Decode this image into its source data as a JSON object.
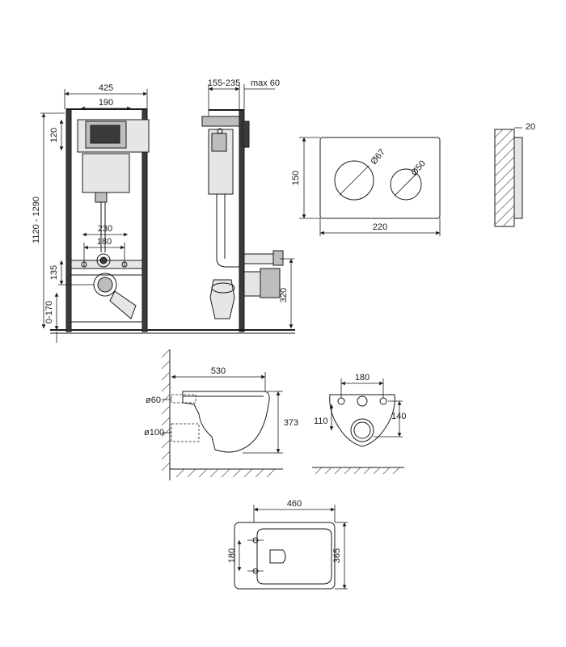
{
  "frame_front": {
    "width_total": "425",
    "width_top": "190",
    "height_top": "120",
    "height_range": "1120 - 1290",
    "width_drain": "230",
    "width_bolts": "180",
    "height_outlet": "135",
    "height_base": "0-170"
  },
  "frame_side": {
    "depth_range": "155-235",
    "depth_max": "max 60",
    "height_outlet": "320"
  },
  "flush_plate": {
    "height": "150",
    "width": "220",
    "button_large": "Ø67",
    "button_small": "Ø50",
    "thickness": "20"
  },
  "bowl_side": {
    "length": "530",
    "pipe_small": "ø60",
    "pipe_large": "ø100",
    "height": "373"
  },
  "bowl_back": {
    "bolt_spacing": "180",
    "height_left": "110",
    "height_right": "140"
  },
  "bowl_top": {
    "width": "460",
    "depth": "365",
    "bolt_spacing": "180"
  },
  "colors": {
    "line": "#1a1a1a",
    "fill_gray": "#bdbdbd",
    "fill_dark": "#3a3a3a"
  }
}
